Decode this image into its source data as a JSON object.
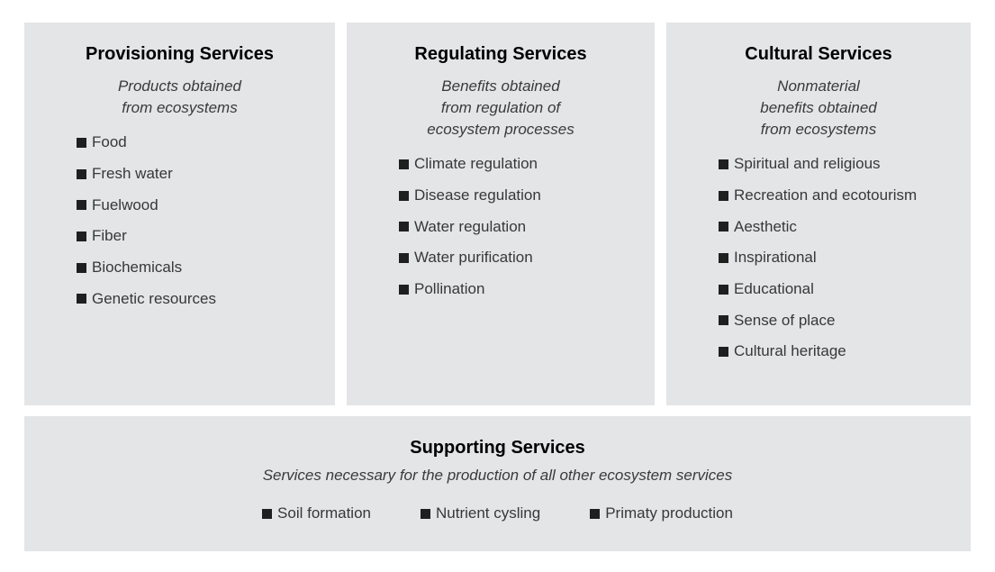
{
  "colors": {
    "panel_background": "#e3e5e6",
    "title_text": "#000000",
    "body_text": "#3a3a3a",
    "bullet": "#1f1f1f",
    "page_background": "#ffffff"
  },
  "panels": [
    {
      "title": "Provisioning Services",
      "subtitle_lines": [
        "Products obtained",
        "from ecosystems"
      ],
      "items": [
        "Food",
        "Fresh water",
        "Fuelwood",
        "Fiber",
        "Biochemicals",
        "Genetic resources"
      ]
    },
    {
      "title": "Regulating Services",
      "subtitle_lines": [
        "Benefits obtained",
        "from regulation of",
        "ecosystem processes"
      ],
      "items": [
        "Climate regulation",
        "Disease regulation",
        "Water regulation",
        "Water purification",
        "Pollination"
      ]
    },
    {
      "title": "Cultural Services",
      "subtitle_lines": [
        "Nonmaterial",
        "benefits obtained",
        "from ecosystems"
      ],
      "items": [
        "Spiritual and religious",
        "Recreation and ecotourism",
        "Aesthetic",
        "Inspirational",
        "Educational",
        "Sense of place",
        "Cultural heritage"
      ]
    }
  ],
  "supporting": {
    "title": "Supporting Services",
    "subtitle": "Services necessary for the production of all other ecosystem services",
    "items": [
      "Soil formation",
      "Nutrient cysling",
      "Primaty production"
    ]
  }
}
